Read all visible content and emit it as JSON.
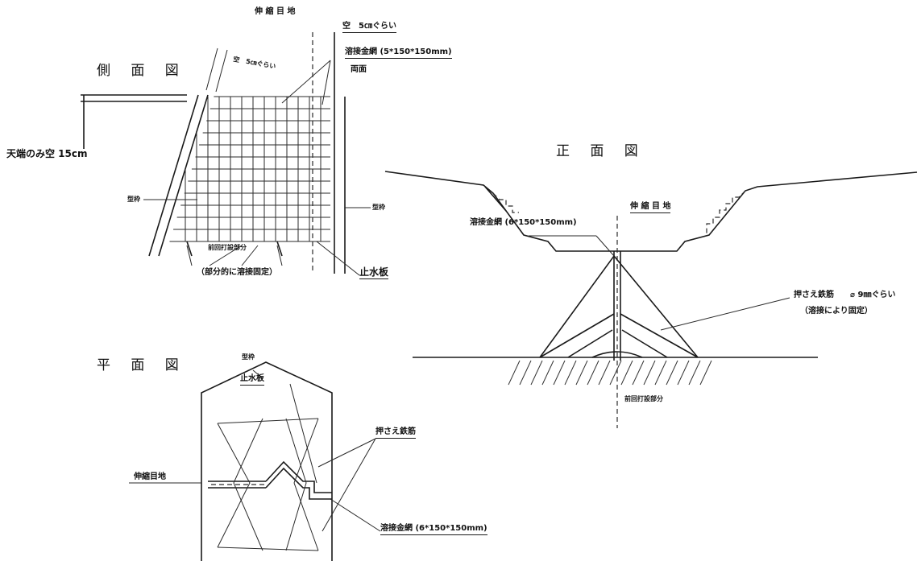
{
  "views": {
    "side": {
      "title": "側 面 図",
      "joint_top": "伸 縮 目 地",
      "gap_top": "空　5㎝ぐらい",
      "gap_slant": "空　5㎝ぐらい",
      "mesh": "溶接金網 (5*150*150mm)",
      "both_sides": "両面",
      "crest_gap": "天端のみ空 15cm",
      "form_left": "型枠",
      "form_right": "型枠",
      "prev_pour": "前回打設部分",
      "partial_weld": "（部分的に溶接固定）",
      "waterstop": "止水板"
    },
    "front": {
      "title": "正 面 図",
      "joint": "伸 縮 目 地",
      "mesh": "溶接金網 (6*150*150mm)",
      "rebar": "押さえ鉄筋　　⌀ 9㎜ぐらい",
      "weld_fix": "（溶接により固定）",
      "prev_pour": "前回打設部分"
    },
    "plan": {
      "title": "平 面 図",
      "form": "型枠",
      "waterstop": "止水板",
      "rebar": "押さえ鉄筋",
      "joint": "伸縮目地",
      "mesh": "溶接金網 (6*150*150mm)"
    }
  }
}
